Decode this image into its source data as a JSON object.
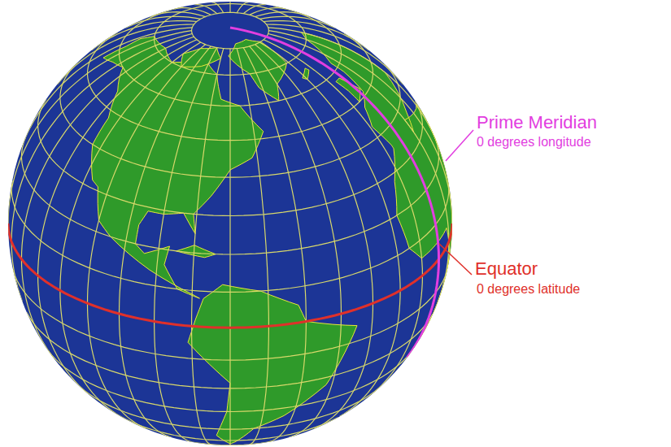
{
  "diagram": {
    "labels": [
      "Prime Meridian",
      "0 degrees longitude",
      "Equator",
      "0 degrees latitude"
    ]
  }
}
